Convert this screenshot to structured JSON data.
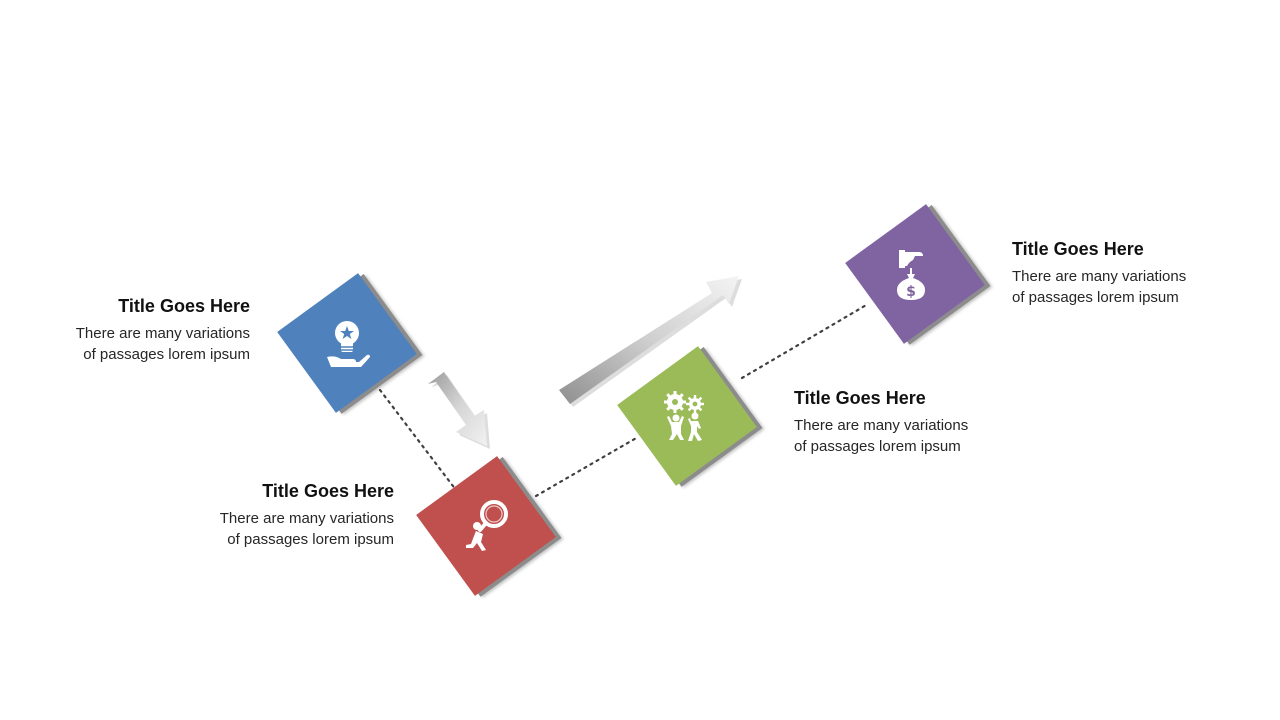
{
  "colors": {
    "step1": "#4f81bd",
    "step2": "#c0504d",
    "step3": "#9bbb59",
    "step4": "#8064a2",
    "arrow": "#c8c8c8",
    "connector": "#404040"
  },
  "steps": [
    {
      "title": "Title Goes Here",
      "line1": "There are many variations",
      "line2": "of passages lorem ipsum",
      "icon": "lightbulb-in-hand-icon"
    },
    {
      "title": "Title Goes Here",
      "line1": "There are many variations",
      "line2": "of passages lorem ipsum",
      "icon": "person-with-magnifier-icon"
    },
    {
      "title": "Title Goes Here",
      "line1": "There are many variations",
      "line2": "of passages lorem ipsum",
      "icon": "people-with-gears-icon"
    },
    {
      "title": "Title Goes Here",
      "line1": "There are many variations",
      "line2": "of passages lorem ipsum",
      "icon": "hand-money-bag-icon"
    }
  ]
}
